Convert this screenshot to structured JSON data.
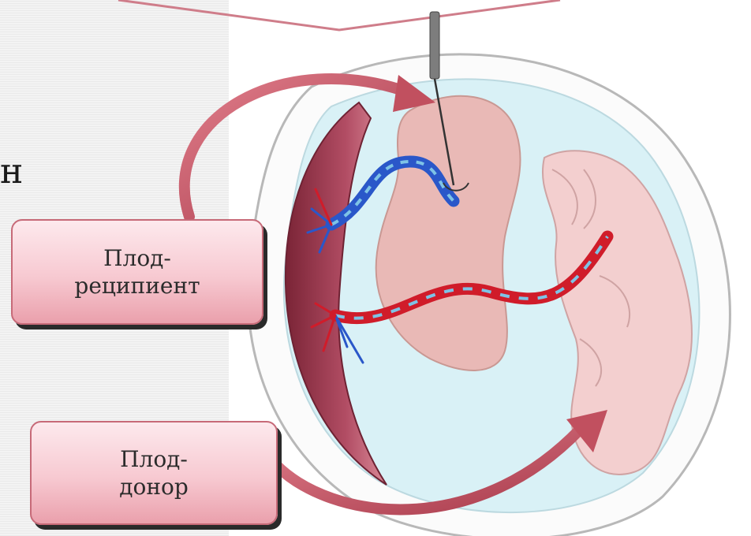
{
  "slide": {
    "cut_off_text": "н"
  },
  "labels": {
    "recipient": {
      "line1": "Плод-",
      "line2": "реципиент"
    },
    "donor": {
      "line1": "Плод-",
      "line2": "донор"
    }
  },
  "colors": {
    "callout_fill_top": "#fde9ed",
    "callout_fill_bottom": "#eaa0ac",
    "callout_border": "#c76a78",
    "arrow": "#c1505f",
    "placenta": "#a5405a",
    "amniotic_fluid": "#d9f1f6",
    "fetus": "#f2c7c7",
    "artery": "#d01c2a",
    "vein": "#2a57c9"
  }
}
